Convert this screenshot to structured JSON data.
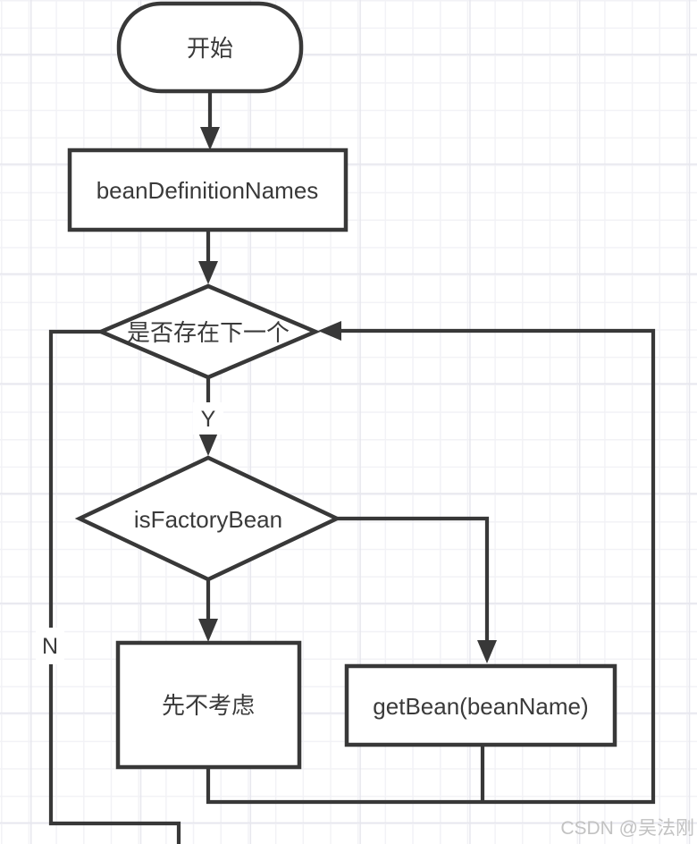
{
  "diagram": {
    "title_hint": "bean loading flowchart",
    "nodes": {
      "start": {
        "type": "terminator",
        "label": "开始"
      },
      "beanDefinitionNames": {
        "type": "process",
        "label": "beanDefinitionNames"
      },
      "hasNext": {
        "type": "decision",
        "label": "是否存在下一个"
      },
      "isFactoryBean": {
        "type": "decision",
        "label": "isFactoryBean"
      },
      "skip": {
        "type": "process",
        "label": "先不考虑"
      },
      "getBean": {
        "type": "process",
        "label": "getBean(beanName)"
      }
    },
    "edgeLabels": {
      "yes": "Y",
      "no": "N"
    }
  },
  "watermark": {
    "text": "CSDN @吴法刚"
  },
  "colors": {
    "stroke": "#383838",
    "text": "#3a3a3a",
    "gridMinor": "#f2f2f6",
    "gridMajor": "#e7e7ee",
    "watermark": "#c2c2c2",
    "background": "#ffffff"
  }
}
